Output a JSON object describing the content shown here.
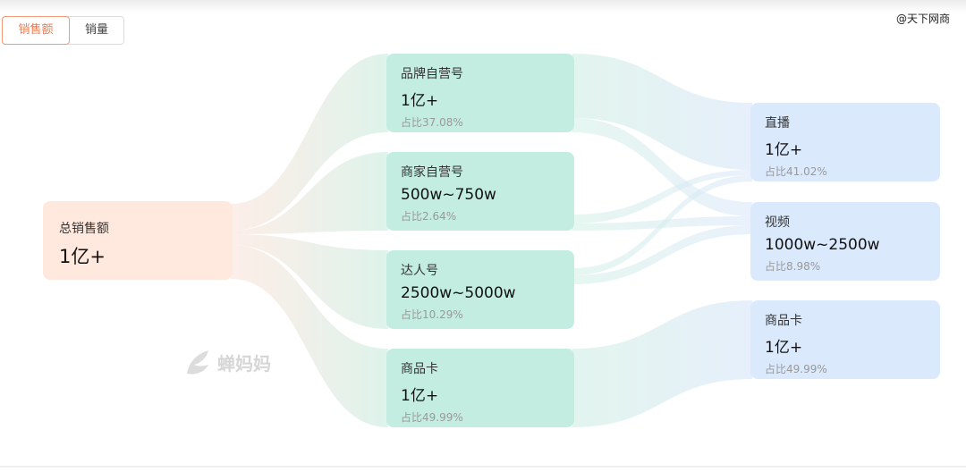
{
  "tabs": [
    {
      "label": "销售额",
      "active": true
    },
    {
      "label": "销量",
      "active": false
    }
  ],
  "credit": "@天下网商",
  "watermark": "蝉妈妈",
  "nodes": {
    "total": {
      "name": "总销售额",
      "value": "1亿+"
    },
    "middle": [
      {
        "name": "品牌自营号",
        "value": "1亿+",
        "ratio": "占比37.08%"
      },
      {
        "name": "商家自营号",
        "value": "500w~750w",
        "ratio": "占比2.64%"
      },
      {
        "name": "达人号",
        "value": "2500w~5000w",
        "ratio": "占比10.29%"
      },
      {
        "name": "商品卡",
        "value": "1亿+",
        "ratio": "占比49.99%"
      }
    ],
    "right": [
      {
        "name": "直播",
        "value": "1亿+",
        "ratio": "占比41.02%"
      },
      {
        "name": "视频",
        "value": "1000w~2500w",
        "ratio": "占比8.98%"
      },
      {
        "name": "商品卡",
        "value": "1亿+",
        "ratio": "占比49.99%"
      }
    ]
  },
  "colors": {
    "total": "#ffe8dd",
    "middle": "#c3ede0",
    "right": "#dbe9fd",
    "active_tab": "#f07a4e"
  }
}
